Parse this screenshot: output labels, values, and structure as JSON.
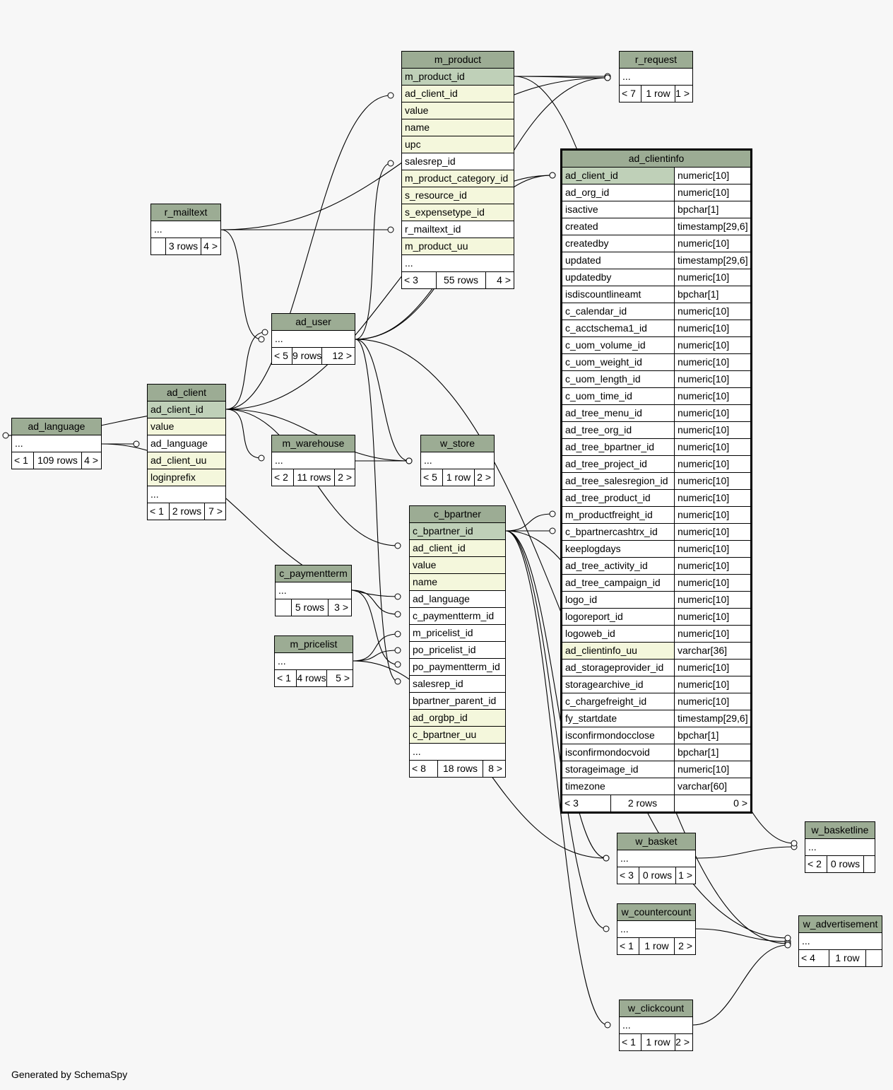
{
  "footer": "Generated by SchemaSpy",
  "tables": {
    "m_product": {
      "name": "m_product",
      "columns": [
        "m_product_id",
        "ad_client_id",
        "value",
        "name",
        "upc",
        "salesrep_id",
        "m_product_category_id",
        "s_resource_id",
        "s_expensetype_id",
        "r_mailtext_id",
        "m_product_uu",
        "..."
      ],
      "footer": [
        "< 3",
        "55 rows",
        "4 >"
      ]
    },
    "r_request": {
      "name": "r_request",
      "columns": [
        "..."
      ],
      "footer": [
        "< 7",
        "1 row",
        "1 >"
      ]
    },
    "r_mailtext": {
      "name": "r_mailtext",
      "columns": [
        "..."
      ],
      "footer": [
        "",
        "3 rows",
        "4 >"
      ]
    },
    "ad_user": {
      "name": "ad_user",
      "columns": [
        "..."
      ],
      "footer": [
        "< 5",
        "9 rows",
        "12 >"
      ]
    },
    "ad_client": {
      "name": "ad_client",
      "columns": [
        "ad_client_id",
        "value",
        "ad_language",
        "ad_client_uu",
        "loginprefix",
        "..."
      ],
      "footer": [
        "< 1",
        "2 rows",
        "7 >"
      ]
    },
    "ad_language": {
      "name": "ad_language",
      "columns": [
        "..."
      ],
      "footer": [
        "< 1",
        "109 rows",
        "4 >"
      ]
    },
    "m_warehouse": {
      "name": "m_warehouse",
      "columns": [
        "..."
      ],
      "footer": [
        "< 2",
        "11 rows",
        "2 >"
      ]
    },
    "w_store": {
      "name": "w_store",
      "columns": [
        "..."
      ],
      "footer": [
        "< 5",
        "1 row",
        "2 >"
      ]
    },
    "c_bpartner": {
      "name": "c_bpartner",
      "columns": [
        "c_bpartner_id",
        "ad_client_id",
        "value",
        "name",
        "ad_language",
        "c_paymentterm_id",
        "m_pricelist_id",
        "po_pricelist_id",
        "po_paymentterm_id",
        "salesrep_id",
        "bpartner_parent_id",
        "ad_orgbp_id",
        "c_bpartner_uu",
        "..."
      ],
      "footer": [
        "< 8",
        "18 rows",
        "8 >"
      ]
    },
    "c_paymentterm": {
      "name": "c_paymentterm",
      "columns": [
        "..."
      ],
      "footer": [
        "",
        "5 rows",
        "3 >"
      ]
    },
    "m_pricelist": {
      "name": "m_pricelist",
      "columns": [
        "..."
      ],
      "footer": [
        "< 1",
        "4 rows",
        "5 >"
      ]
    },
    "ad_clientinfo": {
      "name": "ad_clientinfo",
      "columns": [
        [
          "ad_client_id",
          "numeric[10]"
        ],
        [
          "ad_org_id",
          "numeric[10]"
        ],
        [
          "isactive",
          "bpchar[1]"
        ],
        [
          "created",
          "timestamp[29,6]"
        ],
        [
          "createdby",
          "numeric[10]"
        ],
        [
          "updated",
          "timestamp[29,6]"
        ],
        [
          "updatedby",
          "numeric[10]"
        ],
        [
          "isdiscountlineamt",
          "bpchar[1]"
        ],
        [
          "c_calendar_id",
          "numeric[10]"
        ],
        [
          "c_acctschema1_id",
          "numeric[10]"
        ],
        [
          "c_uom_volume_id",
          "numeric[10]"
        ],
        [
          "c_uom_weight_id",
          "numeric[10]"
        ],
        [
          "c_uom_length_id",
          "numeric[10]"
        ],
        [
          "c_uom_time_id",
          "numeric[10]"
        ],
        [
          "ad_tree_menu_id",
          "numeric[10]"
        ],
        [
          "ad_tree_org_id",
          "numeric[10]"
        ],
        [
          "ad_tree_bpartner_id",
          "numeric[10]"
        ],
        [
          "ad_tree_project_id",
          "numeric[10]"
        ],
        [
          "ad_tree_salesregion_id",
          "numeric[10]"
        ],
        [
          "ad_tree_product_id",
          "numeric[10]"
        ],
        [
          "m_productfreight_id",
          "numeric[10]"
        ],
        [
          "c_bpartnercashtrx_id",
          "numeric[10]"
        ],
        [
          "keeplogdays",
          "numeric[10]"
        ],
        [
          "ad_tree_activity_id",
          "numeric[10]"
        ],
        [
          "ad_tree_campaign_id",
          "numeric[10]"
        ],
        [
          "logo_id",
          "numeric[10]"
        ],
        [
          "logoreport_id",
          "numeric[10]"
        ],
        [
          "logoweb_id",
          "numeric[10]"
        ],
        [
          "ad_clientinfo_uu",
          "varchar[36]"
        ],
        [
          "ad_storageprovider_id",
          "numeric[10]"
        ],
        [
          "storagearchive_id",
          "numeric[10]"
        ],
        [
          "c_chargefreight_id",
          "numeric[10]"
        ],
        [
          "fy_startdate",
          "timestamp[29,6]"
        ],
        [
          "isconfirmondocclose",
          "bpchar[1]"
        ],
        [
          "isconfirmondocvoid",
          "bpchar[1]"
        ],
        [
          "storageimage_id",
          "numeric[10]"
        ],
        [
          "timezone",
          "varchar[60]"
        ]
      ],
      "footer": [
        "< 3",
        "2 rows",
        "0 >"
      ]
    },
    "w_basket": {
      "name": "w_basket",
      "columns": [
        "..."
      ],
      "footer": [
        "< 3",
        "0 rows",
        "1 >"
      ]
    },
    "w_basketline": {
      "name": "w_basketline",
      "columns": [
        "..."
      ],
      "footer": [
        "< 2",
        "0 rows",
        ""
      ]
    },
    "w_countercount": {
      "name": "w_countercount",
      "columns": [
        "..."
      ],
      "footer": [
        "< 1",
        "1 row",
        "2 >"
      ]
    },
    "w_advertisement": {
      "name": "w_advertisement",
      "columns": [
        "..."
      ],
      "footer": [
        "< 4",
        "1 row",
        ""
      ]
    },
    "w_clickcount": {
      "name": "w_clickcount",
      "columns": [
        "..."
      ],
      "footer": [
        "< 1",
        "1 row",
        "2 >"
      ]
    }
  }
}
